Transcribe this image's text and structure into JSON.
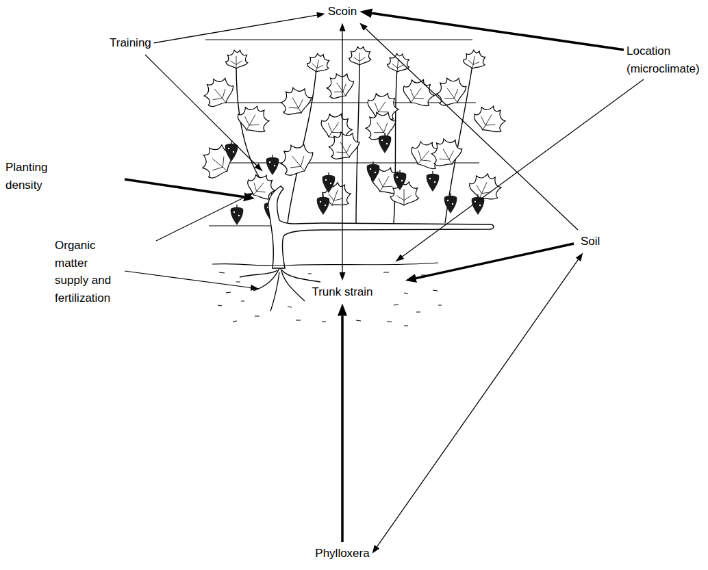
{
  "diagram": {
    "nodes": [
      {
        "text": [
          "Scoin"
        ]
      },
      {
        "text": [
          "Training"
        ]
      },
      {
        "text": [
          "Location (microclimate)"
        ]
      },
      {
        "text": [
          "Planting density"
        ]
      },
      {
        "text": [
          "Organic matter supply and fertilization"
        ]
      },
      {
        "text": [
          "Soil"
        ]
      },
      {
        "text": [
          "Trunk strain"
        ]
      },
      {
        "text": [
          "Phylloxera"
        ]
      }
    ],
    "edges": [
      {
        "from": 1,
        "to": 0,
        "arrow": "to"
      },
      {
        "from": 2,
        "to": 0,
        "arrow": "to"
      },
      {
        "from": 0,
        "to": 6,
        "arrow": "both"
      },
      {
        "from": 5,
        "to": 0,
        "arrow": "to"
      },
      {
        "from": 5,
        "to": 7,
        "arrow": "both"
      },
      {
        "from": 7,
        "to": 6,
        "arrow": "to"
      }
    ]
  }
}
